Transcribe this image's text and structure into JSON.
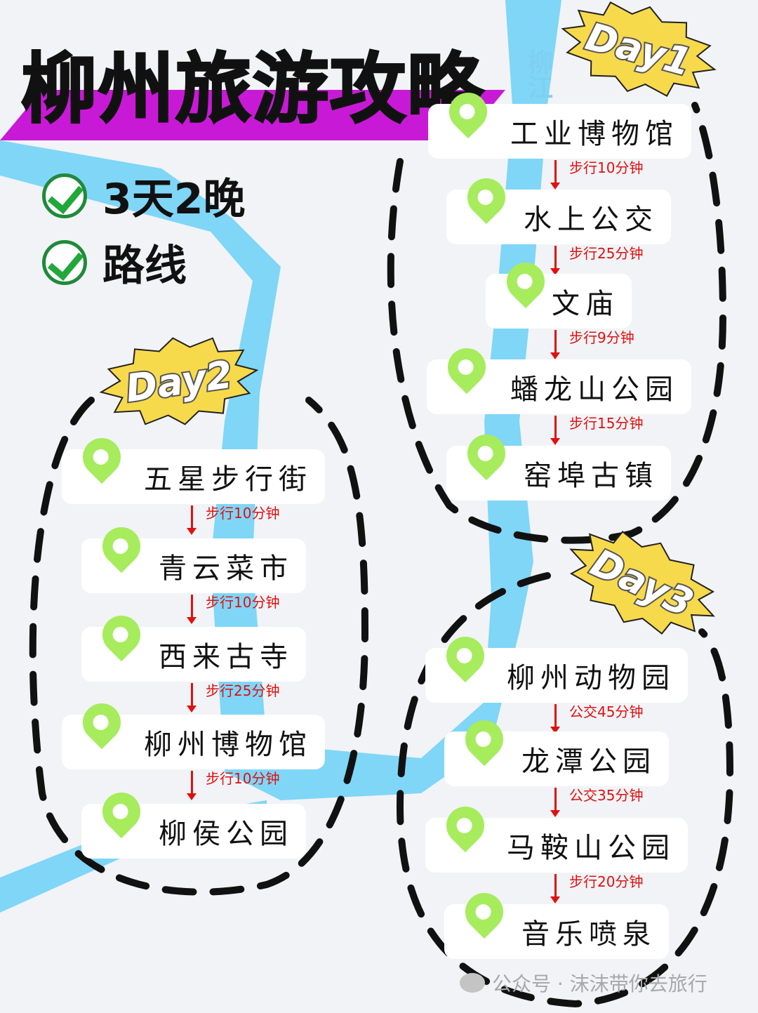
{
  "title": "柳州旅游攻略",
  "river_label": "柳江",
  "checks": [
    "3天2晚",
    "路线"
  ],
  "colors": {
    "accent": "#c81ad6",
    "pin": "#a6ec5c",
    "river": "#7fd6f7",
    "step": "#e01010",
    "badge": "#f7d94c"
  },
  "days": [
    {
      "badge": "Day1",
      "stops": [
        "工业博物馆",
        "水上公交",
        "文庙",
        "蟠龙山公园",
        "窑埠古镇"
      ],
      "steps": [
        "步行10分钟",
        "步行25分钟",
        "步行9分钟",
        "步行15分钟"
      ]
    },
    {
      "badge": "Day2",
      "stops": [
        "五星步行街",
        "青云菜市",
        "西来古寺",
        "柳州博物馆",
        "柳侯公园"
      ],
      "steps": [
        "步行10分钟",
        "步行10分钟",
        "步行25分钟",
        "步行10分钟"
      ]
    },
    {
      "badge": "Day3",
      "stops": [
        "柳州动物园",
        "龙潭公园",
        "马鞍山公园",
        "音乐喷泉"
      ],
      "steps": [
        "公交45分钟",
        "公交35分钟",
        "步行20分钟"
      ]
    }
  ],
  "watermark": "公众号 · 沫沫带你去旅行"
}
